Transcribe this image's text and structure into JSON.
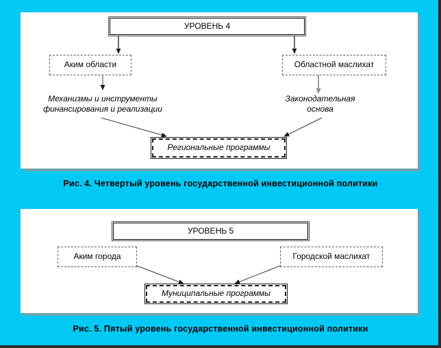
{
  "colors": {
    "background": "#00c9f5",
    "panel": "#ffffff",
    "text": "#000000",
    "border_dark": "#1a1a1a",
    "border_gray": "#5a5a5a",
    "arrow_black": "#1a1a1a",
    "arrow_gray": "#8a8a8a",
    "shadow": "#969696",
    "frame": "#2b2b2b"
  },
  "figures": [
    {
      "id": "figure-4",
      "caption": "Рис. 4. Четвертый уровень государственной инвестиционной политики",
      "level_box": "УРОВЕНЬ 4",
      "nodes": [
        {
          "id": "akim-oblasti",
          "label": "Аким области",
          "style": "dashed"
        },
        {
          "id": "oblastnoy-maslikhat",
          "label": "Областной маслихат",
          "style": "dashed"
        },
        {
          "id": "regionalnye-programmy",
          "label": "Региональные программы",
          "style": "programme"
        }
      ],
      "free_labels": [
        {
          "id": "mehanizmy",
          "lines": [
            "Механизмы и инструменты",
            "финансирования и реализации"
          ]
        },
        {
          "id": "zakonodatelnaya",
          "lines": [
            "Законодательная",
            "основа"
          ]
        }
      ]
    },
    {
      "id": "figure-5",
      "caption": "Рис. 5. Пятый уровень государственной инвестиционной политики",
      "level_box": "УРОВЕНЬ 5",
      "nodes": [
        {
          "id": "akim-goroda",
          "label": "Аким города",
          "style": "dashed"
        },
        {
          "id": "gorodskoy-maslikhat",
          "label": "Городской маслихат",
          "style": "dashed"
        },
        {
          "id": "municipalnye-programmy",
          "label": "Муниципальные программы",
          "style": "programme"
        }
      ],
      "free_labels": []
    }
  ]
}
